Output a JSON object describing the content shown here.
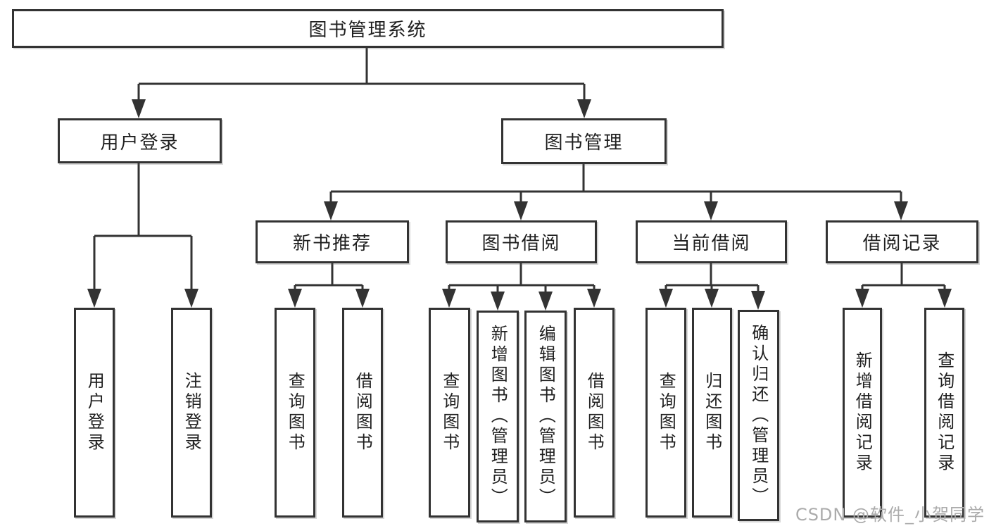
{
  "tree": {
    "title": "图书管理系统",
    "branches": [
      {
        "label": "用户登录",
        "children": [
          {
            "label": "用户登录"
          },
          {
            "label": "注销登录"
          }
        ]
      },
      {
        "label": "图书管理",
        "children": [
          {
            "label": "新书推荐",
            "children": [
              {
                "label": "查询图书"
              },
              {
                "label": "借阅图书"
              }
            ]
          },
          {
            "label": "图书借阅",
            "children": [
              {
                "label": "查询图书"
              },
              {
                "label": "新增图书（管理员）"
              },
              {
                "label": "编辑图书（管理员）"
              },
              {
                "label": "借阅图书"
              }
            ]
          },
          {
            "label": "当前借阅",
            "children": [
              {
                "label": "查询图书"
              },
              {
                "label": "归还图书"
              },
              {
                "label": "确认归还（管理员）"
              }
            ]
          },
          {
            "label": "借阅记录",
            "children": [
              {
                "label": "新增借阅记录"
              },
              {
                "label": "查询借阅记录"
              }
            ]
          }
        ]
      }
    ]
  },
  "watermark": {
    "text": "CSDN @软件_小贺同学"
  },
  "colors": {
    "line": "#333333",
    "border": "#333333",
    "box_background": "#ffffff",
    "text": "#1f1f1f",
    "watermark": "#ababab",
    "background": "#ffffff"
  }
}
